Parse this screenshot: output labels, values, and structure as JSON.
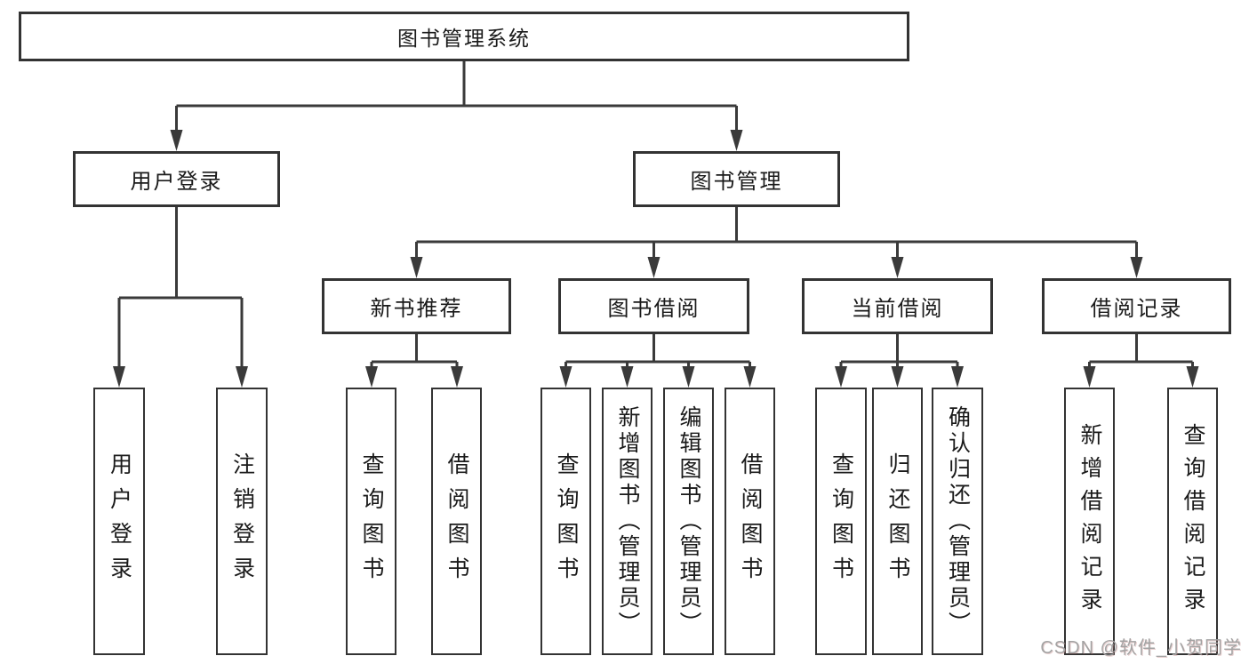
{
  "diagram": {
    "root": {
      "label": "图书管理系统"
    },
    "level2": [
      {
        "label": "用户登录"
      },
      {
        "label": "图书管理"
      }
    ],
    "level3": [
      {
        "label": "新书推荐"
      },
      {
        "label": "图书借阅"
      },
      {
        "label": "当前借阅"
      },
      {
        "label": "借阅记录"
      }
    ],
    "leaves": {
      "user_login": [
        "用户登录",
        "注销登录"
      ],
      "new_rec": [
        "查询图书",
        "借阅图书"
      ],
      "borrow": [
        "查询图书",
        "新增图书（管理员）",
        "编辑图书（管理员）",
        "借阅图书"
      ],
      "current": [
        "查询图书",
        "归还图书",
        "确认归还（管理员）"
      ],
      "records": [
        "新增借阅记录",
        "查询借阅记录"
      ]
    }
  },
  "watermark": {
    "text": "CSDN @软件_小贺同学"
  },
  "colors": {
    "line": "#3a3a3a",
    "box_border": "#333333",
    "text": "#1a1a1a",
    "background": "#ffffff",
    "watermark": "#a3a3a3"
  }
}
